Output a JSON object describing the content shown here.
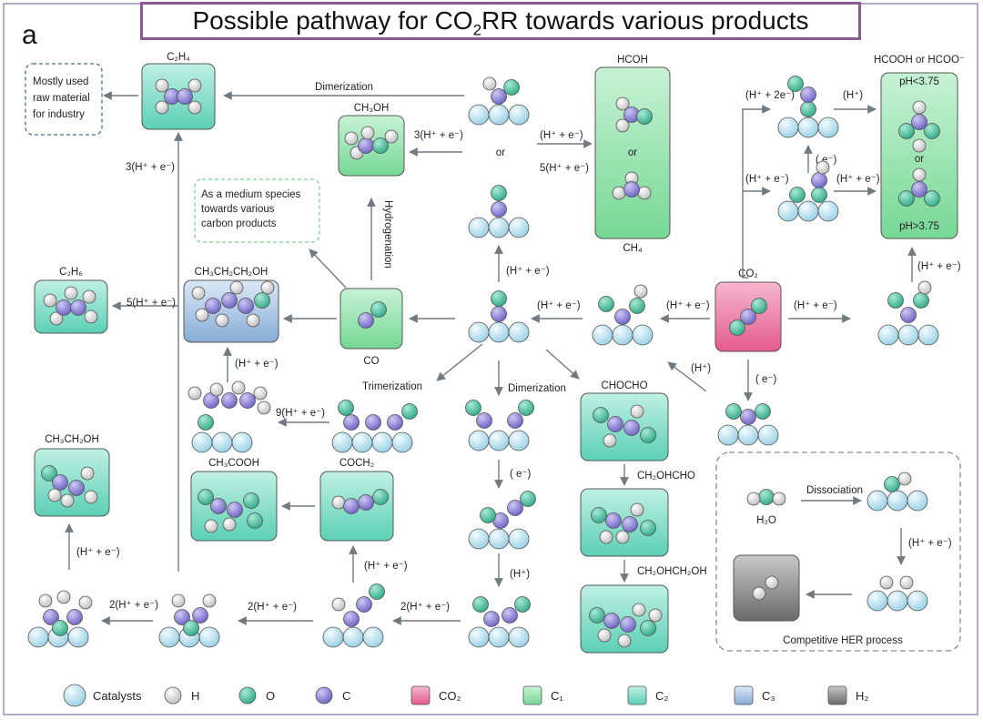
{
  "title": {
    "pre": "Possible pathway for CO",
    "sub": "2",
    "post": "RR towards various products"
  },
  "panel_label": "a",
  "notes": {
    "industry": [
      "Mostly used",
      "raw material",
      "for industry"
    ],
    "medium": [
      "As a medium species",
      "towards various",
      "carbon products"
    ]
  },
  "boxes": {
    "c2h4": "C₂H₄",
    "c2h6": "C₂H₆",
    "ch3oh": "CH₃OH",
    "ch3ch2ch2oh": "CH₃CH₂CH₂OH",
    "co": "CO",
    "hcoh": "HCOH",
    "ch4": "CH₄",
    "or": "or",
    "co2": "CO₂",
    "hcooh": "HCOOH or HCOO⁻",
    "ph_low": "pH<3.75",
    "ph_high": "pH>3.75",
    "chocho": "CHOCHO",
    "ch2ohcho": "CH₂OHCHO",
    "ch2ohch2oh": "CH₂OHCH₂OH",
    "ch3ch2oh": "CH₃CH₂OH",
    "ch3cooh": "CH₃COOH",
    "coch2": "COCH₂",
    "h2o": "H₂O"
  },
  "steps": {
    "dimerization": "Dimerization",
    "hydrogenation": "Hydrogenation",
    "trimerization": "Trimerization",
    "dissociation": "Dissociation",
    "he": "(H⁺ + e⁻)",
    "he3": "3(H⁺ + e⁻)",
    "he5": "5(H⁺ + e⁻)",
    "he2": "2(H⁺ + e⁻)",
    "he9": "9(H⁺ + e⁻)",
    "h2e": "(H⁺ + 2e⁻)",
    "hplus": "(H⁺)",
    "eminus": "( e⁻)"
  },
  "her_label": "Competitive HER process",
  "legend": [
    {
      "label": "Catalysts",
      "kind": "cat"
    },
    {
      "label": "H",
      "kind": "h"
    },
    {
      "label": "O",
      "kind": "o"
    },
    {
      "label": "C",
      "kind": "c"
    },
    {
      "label": "CO₂",
      "kind": "co2"
    },
    {
      "label": "C₁",
      "kind": "c1"
    },
    {
      "label": "C₂",
      "kind": "c2"
    },
    {
      "label": "C₃",
      "kind": "c3"
    },
    {
      "label": "H₂",
      "kind": "h2"
    }
  ],
  "colors": {
    "catalyst": "#bfe6f4",
    "hydrogen": "#e6e6e6",
    "oxygen": "#5cc3a6",
    "carbon": "#8f86d6",
    "co2_box": "#ec7ea8",
    "c1_box": "#9ae4b2",
    "c2_box": "#86dcc7",
    "c3_box": "#a7c6e4",
    "h2_box": "#8f8f8f",
    "arrow": "#707a80",
    "title_border": "#8a5b92"
  }
}
